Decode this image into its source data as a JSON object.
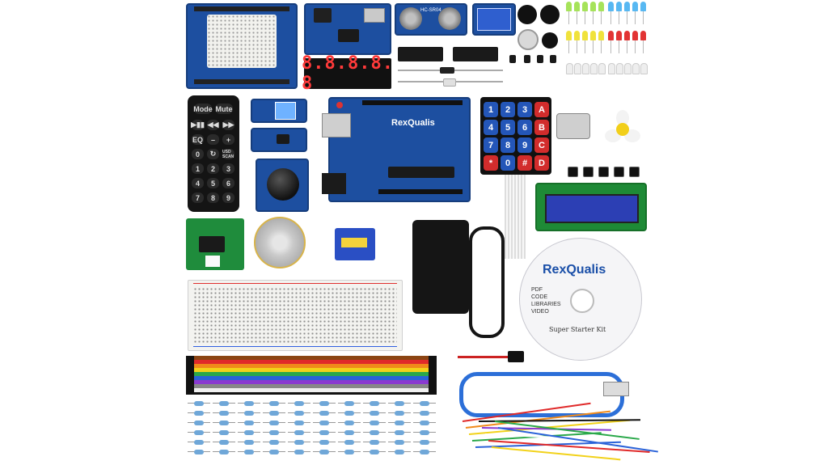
{
  "brand": {
    "board_label": "RexQualis",
    "cd_brand": "RexQualis"
  },
  "cd": {
    "lines": [
      "PDF",
      "CODE",
      "LIBRARIES",
      "VIDEO"
    ],
    "footer": "Super Starter Kit"
  },
  "remote": {
    "top": [
      "Mode",
      "Mute"
    ],
    "keys": [
      "▶▮▮",
      "◀◀",
      "▶▶",
      "EQ",
      "–",
      "+",
      "0",
      "↻",
      "USD SCAN",
      "1",
      "2",
      "3",
      "4",
      "5",
      "6",
      "7",
      "8",
      "9"
    ]
  },
  "keypad": {
    "keys": [
      "1",
      "2",
      "3",
      "A",
      "4",
      "5",
      "6",
      "B",
      "7",
      "8",
      "9",
      "C",
      "*",
      "0",
      "#",
      "D"
    ]
  },
  "segment_display": {
    "text": "8.8.8.8. 8"
  },
  "ultrasonic_label": "HC-SR04",
  "colors": {
    "pcb_blue": "#1d4fa0",
    "keypad_blue": "#2456b8",
    "keypad_red": "#d22c2c",
    "lcd": "#2c3fb4",
    "cable_blue": "#2c6fd8"
  },
  "led_colors": [
    "#a6e35a",
    "#a6e35a",
    "#a6e35a",
    "#a6e35a",
    "#a6e35a",
    "#58b8f2",
    "#58b8f2",
    "#58b8f2",
    "#58b8f2",
    "#58b8f2",
    "#f0e23c",
    "#f0e23c",
    "#f0e23c",
    "#f0e23c",
    "#f0e23c",
    "#e23434",
    "#e23434",
    "#e23434",
    "#e23434",
    "#e23434"
  ]
}
